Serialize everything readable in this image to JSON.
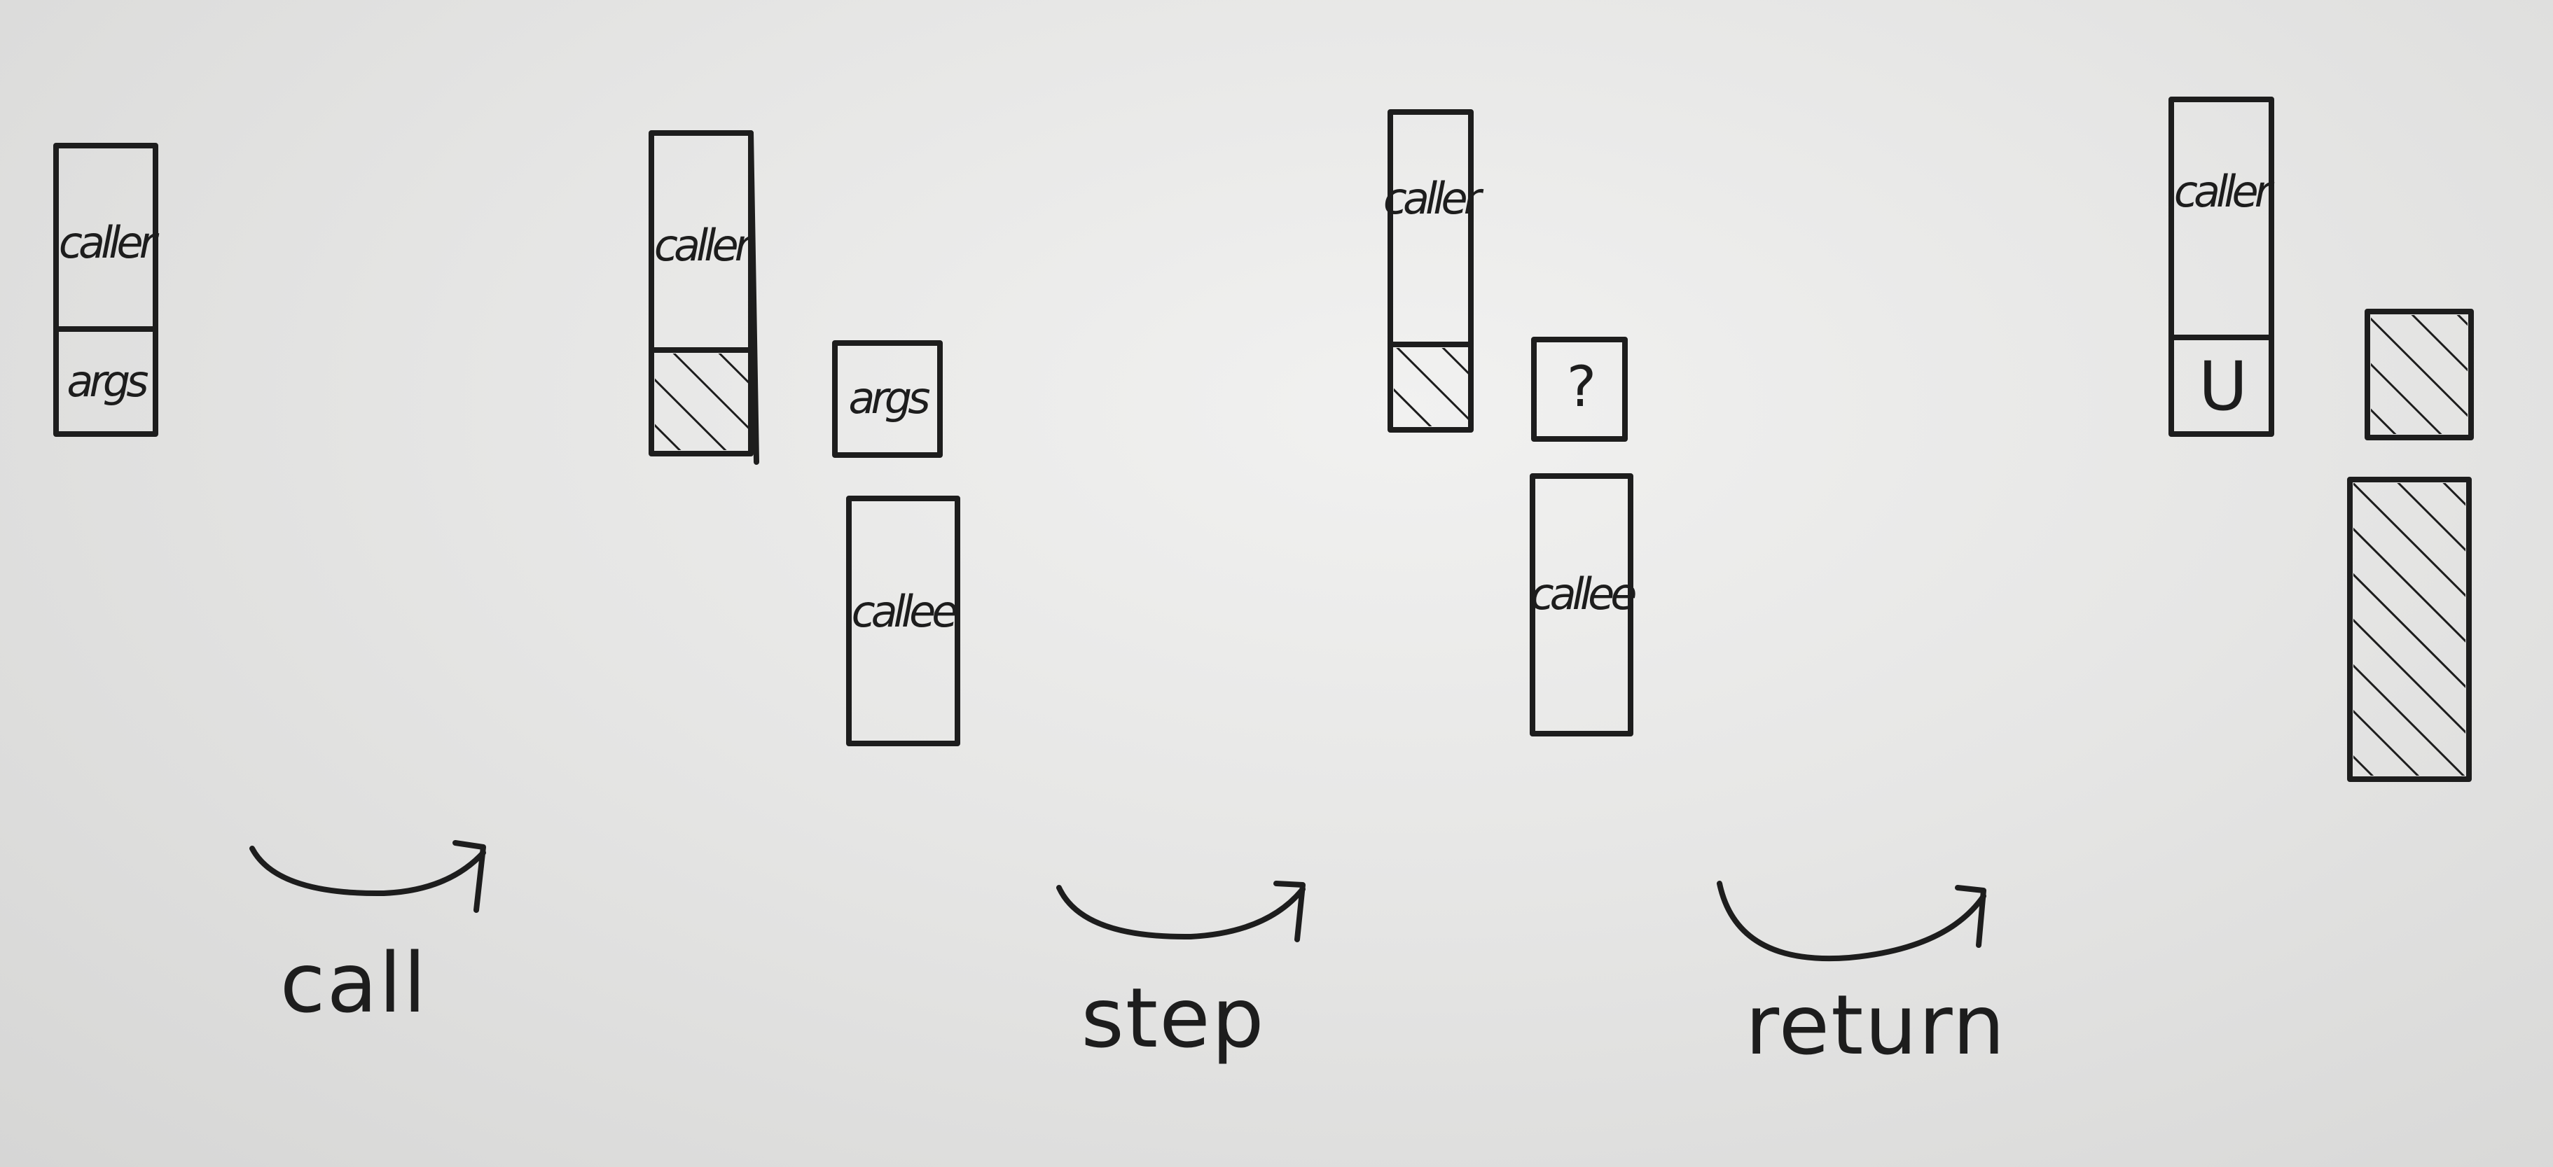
{
  "stages": [
    {
      "stacks": [
        {
          "cells": [
            {
              "label": "caller"
            },
            {
              "label": "args"
            }
          ]
        }
      ]
    },
    {
      "stacks": [
        {
          "cells": [
            {
              "label": "caller"
            },
            {
              "label": "",
              "hatched": true
            }
          ]
        },
        {
          "cells": [
            {
              "label": "args"
            }
          ]
        },
        {
          "cells": [
            {
              "label": "callee"
            }
          ]
        }
      ]
    },
    {
      "stacks": [
        {
          "cells": [
            {
              "label": "caller"
            },
            {
              "label": "",
              "hatched": true
            }
          ]
        },
        {
          "cells": [
            {
              "label": "?"
            }
          ]
        },
        {
          "cells": [
            {
              "label": "callee"
            }
          ]
        }
      ]
    },
    {
      "stacks": [
        {
          "cells": [
            {
              "label": "caller"
            },
            {
              "label": "U"
            }
          ]
        },
        {
          "cells": [
            {
              "label": "",
              "hatched": true
            }
          ]
        },
        {
          "cells": [
            {
              "label": "",
              "hatched": true
            }
          ]
        }
      ]
    }
  ],
  "transitions": [
    {
      "label": "call"
    },
    {
      "label": "step"
    },
    {
      "label": "return"
    }
  ]
}
